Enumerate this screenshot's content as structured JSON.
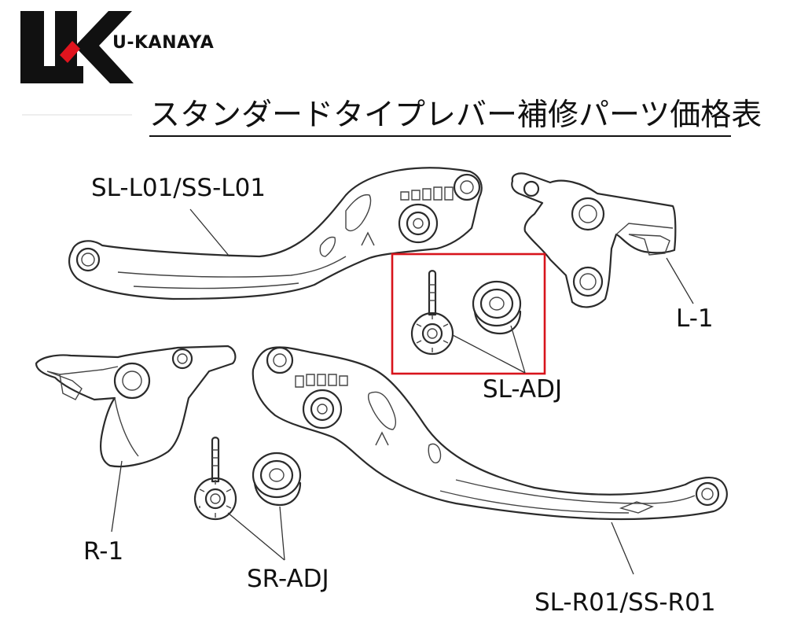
{
  "brand": {
    "name": "U-KANAYA",
    "accent": "#e0141e",
    "ink": "#111111"
  },
  "title": "スタンダードタイプレバー補修パーツ価格表",
  "labels": {
    "sl_l01": "SL-L01/SS-L01",
    "l1": "L-1",
    "sl_adj": "SL-ADJ",
    "r1": "R-1",
    "sr_adj": "SR-ADJ",
    "sl_r01": "SL-R01/SS-R01"
  },
  "highlight_color": "#d8141c"
}
